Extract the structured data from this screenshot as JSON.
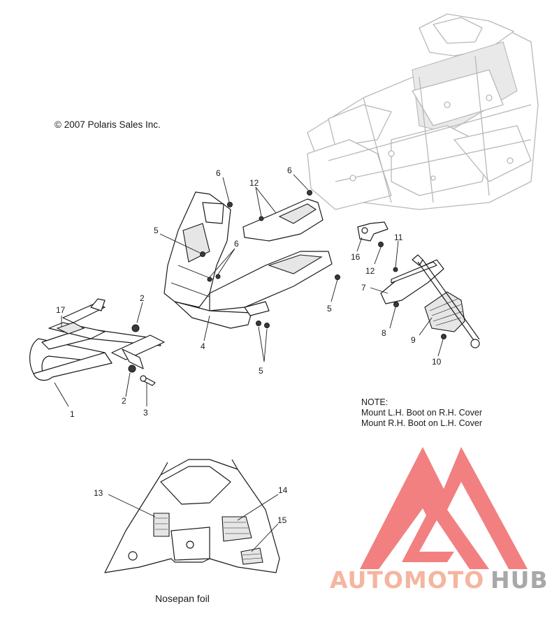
{
  "copyright": "© 2007 Polaris Sales Inc.",
  "note": {
    "heading": "NOTE:",
    "line1": "Mount L.H. Boot on R.H. Cover",
    "line2": "Mount R.H. Boot on L.H. Cover"
  },
  "caption": "Nosepan foil",
  "callouts": {
    "c1": "1",
    "c2a": "2",
    "c2b": "2",
    "c3": "3",
    "c4": "4",
    "c5a": "5",
    "c5b": "5",
    "c5c": "5",
    "c6a": "6",
    "c6b": "6",
    "c6c": "6",
    "c7": "7",
    "c8": "8",
    "c9": "9",
    "c10": "10",
    "c11": "11",
    "c12a": "12",
    "c12b": "12",
    "c13": "13",
    "c14": "14",
    "c15": "15",
    "c16": "16",
    "c17": "17"
  },
  "watermark": {
    "word1": "AUTOMOTO",
    "word2": "HUB",
    "color1": "#f4a98f",
    "color2": "#9a9a9a",
    "mark_color": "#f06a6a"
  }
}
